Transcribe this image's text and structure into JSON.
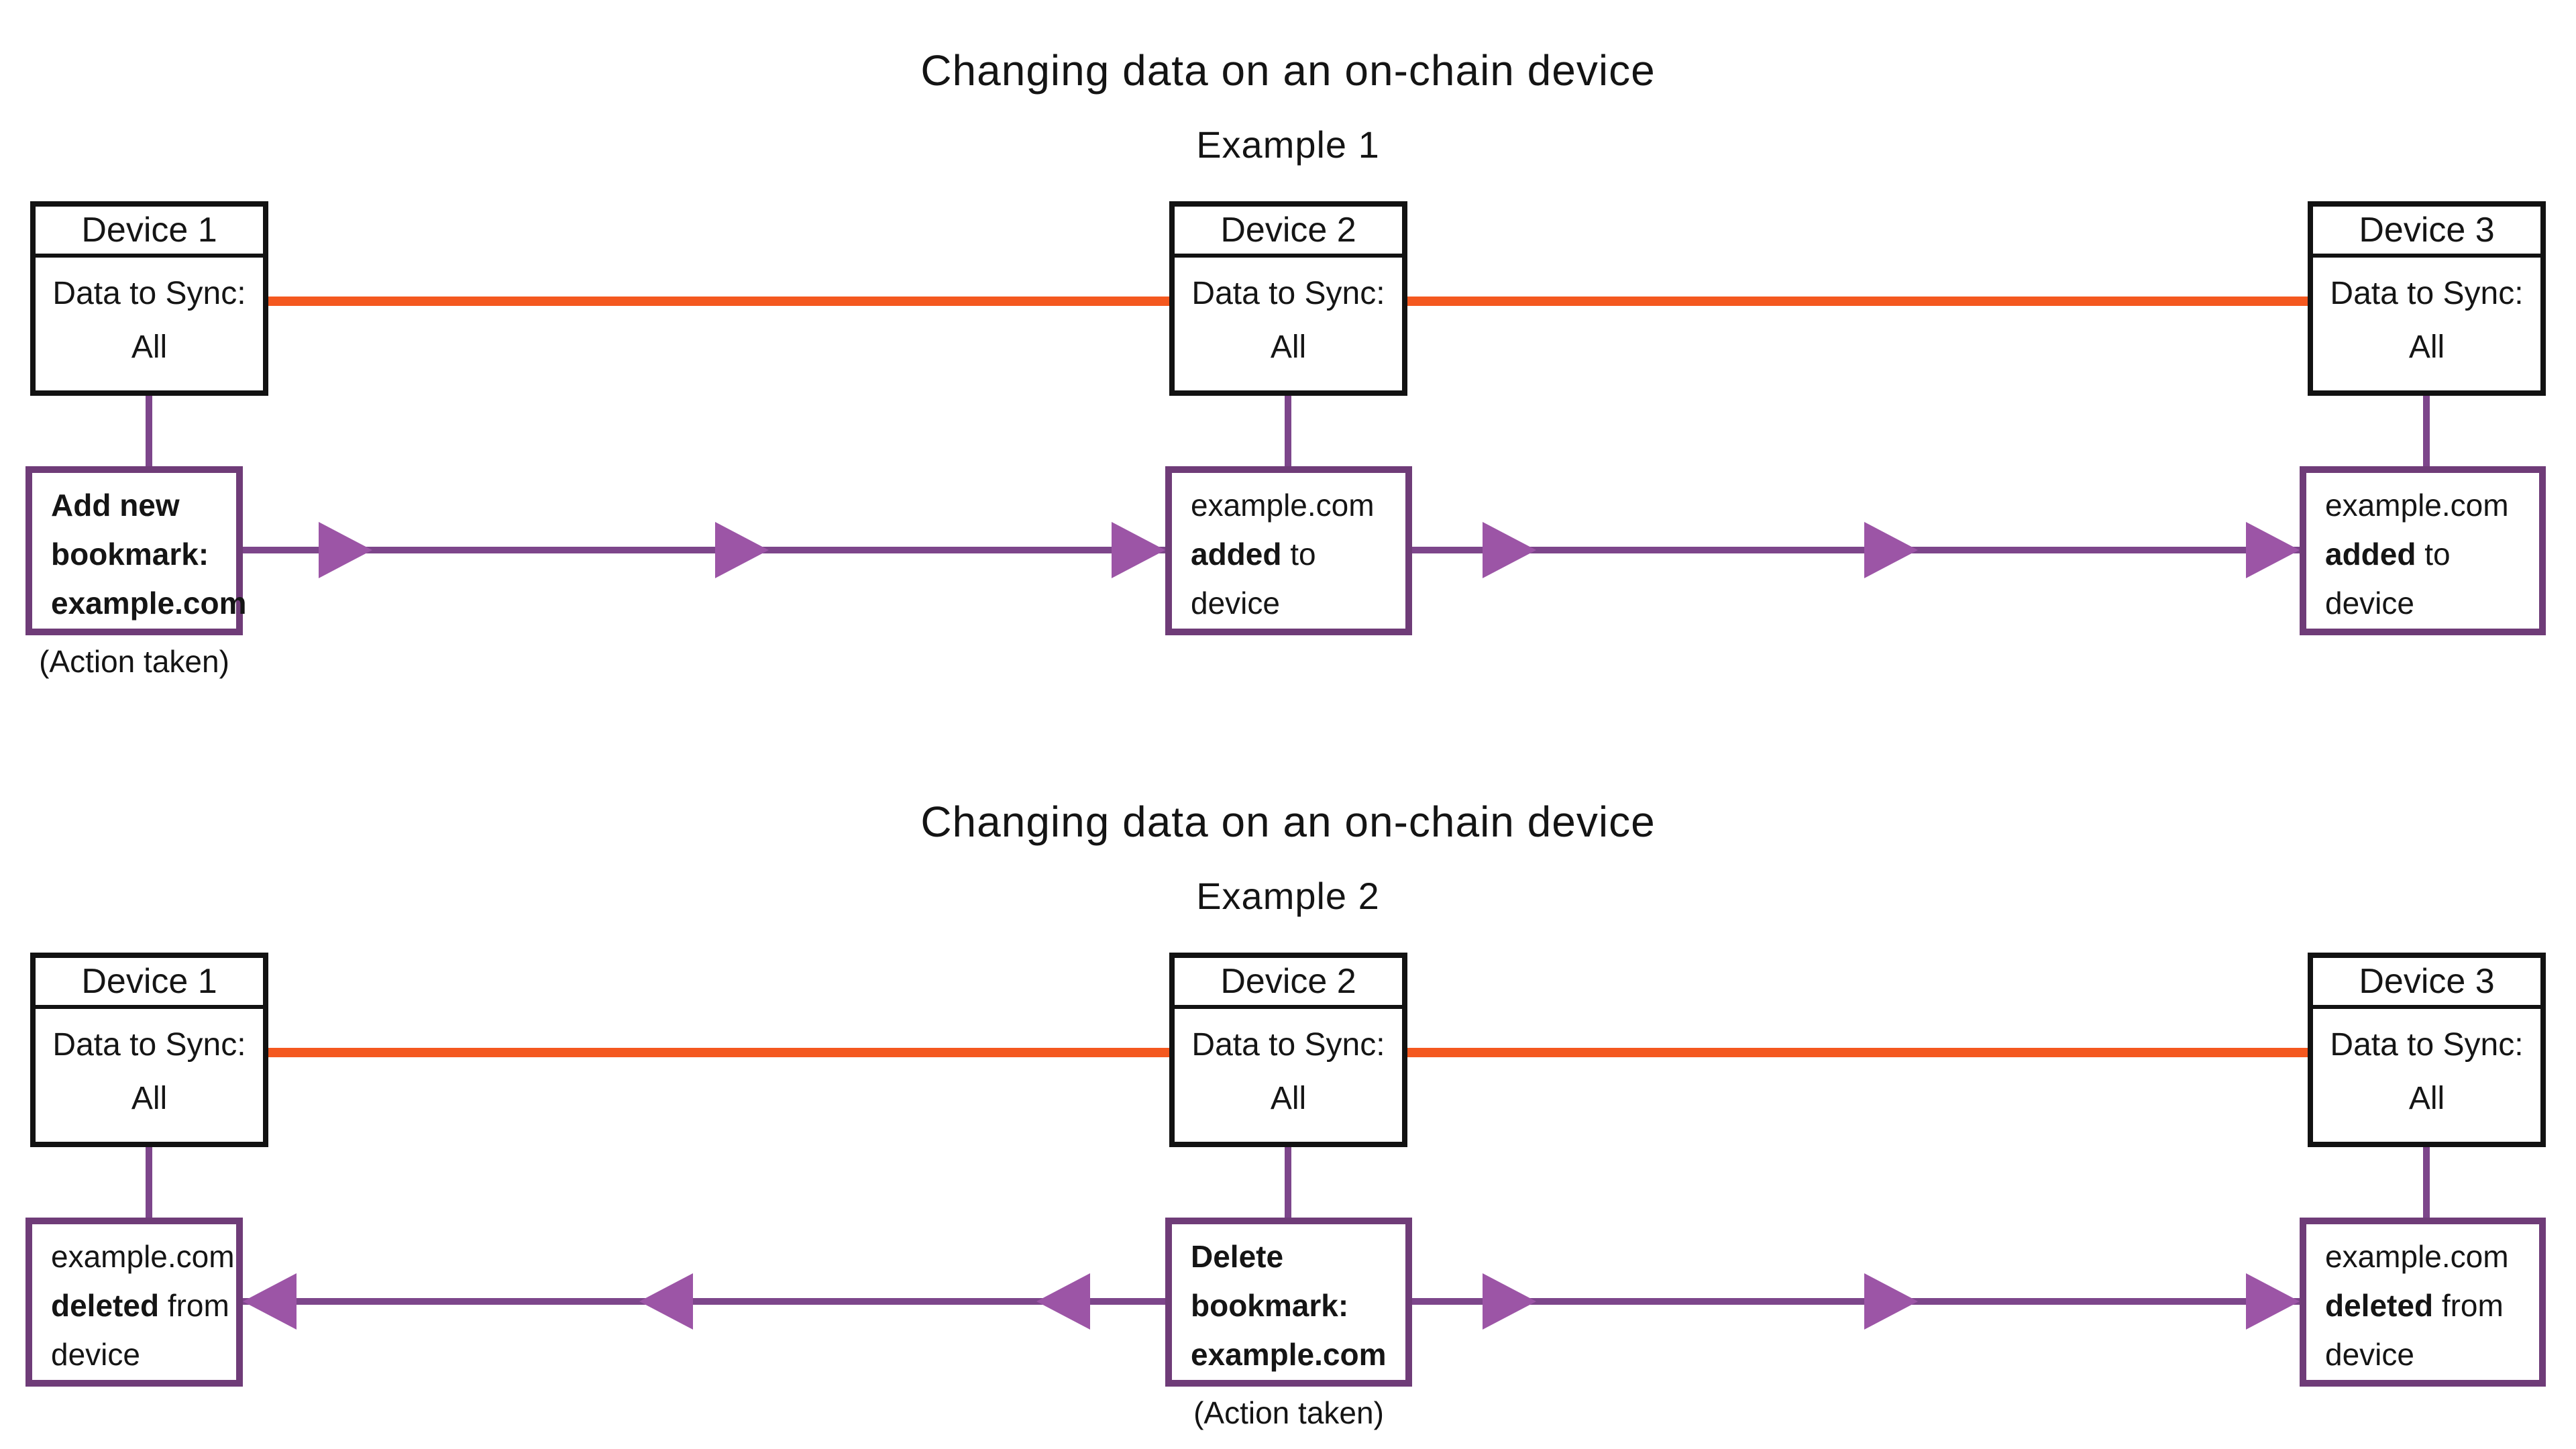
{
  "colors": {
    "sync_line_orange": "#f4581f",
    "flow_purple": "#7d468b",
    "arrowhead_purple": "#9c55a6",
    "action_border_purple": "#6f3c78",
    "device_border_black": "#121212",
    "text_ink": "#141414"
  },
  "examples": [
    {
      "title": "Changing data on an on-chain device",
      "subtitle": "Example 1",
      "devices": [
        {
          "name": "Device 1",
          "sync_label": "Data to Sync:",
          "sync_value": "All"
        },
        {
          "name": "Device 2",
          "sync_label": "Data to Sync:",
          "sync_value": "All"
        },
        {
          "name": "Device 3",
          "sync_label": "Data to Sync:",
          "sync_value": "All"
        }
      ],
      "actions": [
        {
          "lines": [
            {
              "bold": "Add new",
              "rest": ""
            },
            {
              "bold": "bookmark:",
              "rest": ""
            },
            {
              "bold": "example.com",
              "rest": ""
            }
          ],
          "caption": "(Action taken)"
        },
        {
          "lines": [
            {
              "bold": "",
              "rest": "example.com"
            },
            {
              "bold": "added",
              "rest": " to"
            },
            {
              "bold": "",
              "rest": "device"
            }
          ],
          "caption": ""
        },
        {
          "lines": [
            {
              "bold": "",
              "rest": "example.com"
            },
            {
              "bold": "added",
              "rest": " to"
            },
            {
              "bold": "",
              "rest": "device"
            }
          ],
          "caption": ""
        }
      ],
      "flow_directions": [
        "right",
        "right"
      ]
    },
    {
      "title": "Changing data on an on-chain device",
      "subtitle": "Example 2",
      "devices": [
        {
          "name": "Device 1",
          "sync_label": "Data to Sync:",
          "sync_value": "All"
        },
        {
          "name": "Device 2",
          "sync_label": "Data to Sync:",
          "sync_value": "All"
        },
        {
          "name": "Device 3",
          "sync_label": "Data to Sync:",
          "sync_value": "All"
        }
      ],
      "actions": [
        {
          "lines": [
            {
              "bold": "",
              "rest": "example.com"
            },
            {
              "bold": "deleted",
              "rest": " from"
            },
            {
              "bold": "",
              "rest": "device"
            }
          ],
          "caption": ""
        },
        {
          "lines": [
            {
              "bold": "Delete",
              "rest": ""
            },
            {
              "bold": "bookmark:",
              "rest": ""
            },
            {
              "bold": "example.com",
              "rest": ""
            }
          ],
          "caption": "(Action taken)"
        },
        {
          "lines": [
            {
              "bold": "",
              "rest": "example.com"
            },
            {
              "bold": "deleted",
              "rest": " from"
            },
            {
              "bold": "",
              "rest": "device"
            }
          ],
          "caption": ""
        }
      ],
      "flow_directions": [
        "left",
        "right"
      ]
    }
  ]
}
